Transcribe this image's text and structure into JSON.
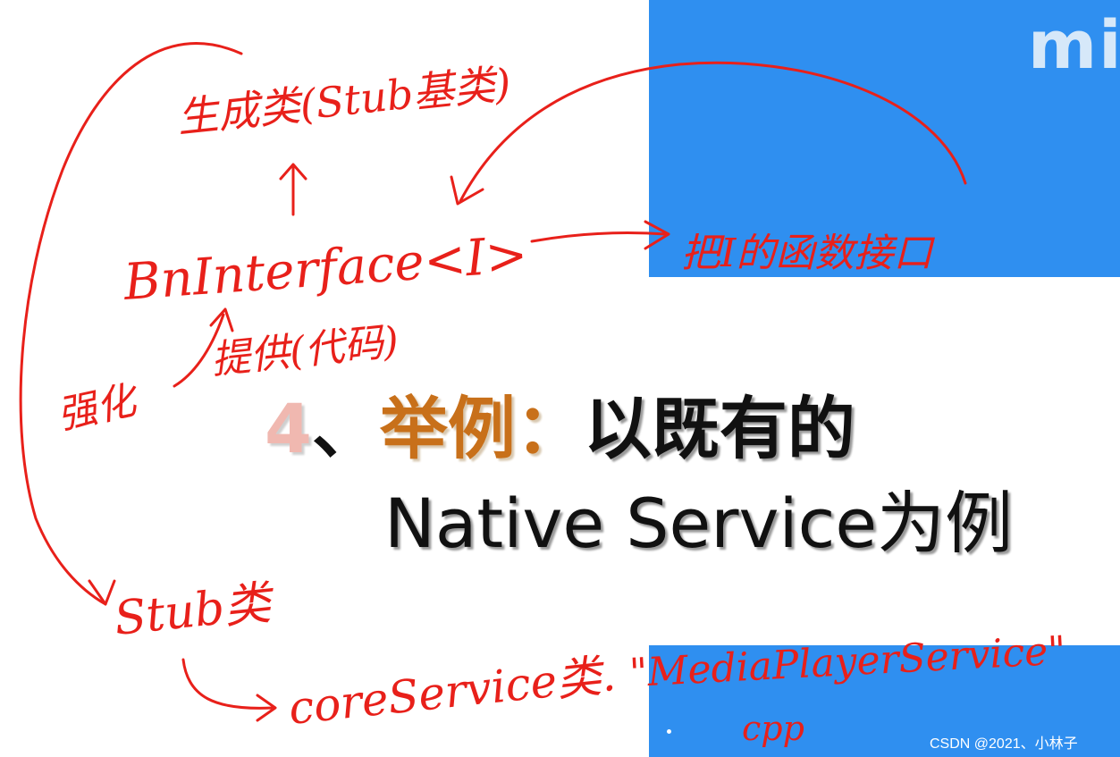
{
  "slide": {
    "logo_text": "mi",
    "title": {
      "number": "4",
      "separator": "、",
      "keyword": "举例：",
      "rest_line1": "以既有的",
      "line2": "Native Service为例"
    },
    "watermark": "CSDN @2021、小林子"
  },
  "annotations": {
    "top_label": "生成类(Stub基类)",
    "bn_interface": "BnInterface<I>",
    "right_label": "把I的函数接口",
    "provide_label": "提供(代码)",
    "left_label": "强化",
    "stub_label": "Stub类",
    "core_service": "coreService类.",
    "media_service": "\"MediaPlayerService\"",
    "cpp_label": "cpp"
  },
  "colors": {
    "ink": "#e8201a",
    "blue_panel": "#2f8ff0",
    "keyword": "#c8701a",
    "number": "#f0b8b0"
  }
}
